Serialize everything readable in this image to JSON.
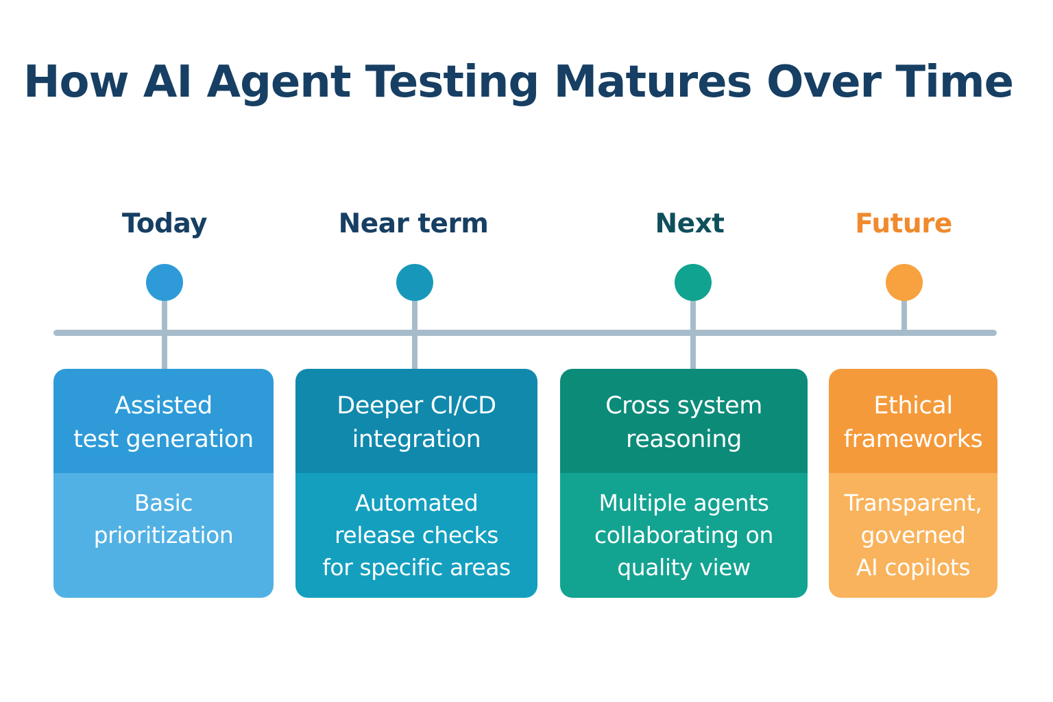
{
  "title": "How AI Agent Testing Matures Over Time",
  "colors": {
    "title": "#173f63",
    "axis": "#a7bccb"
  },
  "stages": [
    {
      "label": "Today",
      "heading": "Assisted\ntest generation",
      "detail": "Basic\nprioritization",
      "label_color": "#173f63",
      "dot_color": "#2e9bd8",
      "top_color": "#2e9bd8",
      "bottom_color": "#52b1e4"
    },
    {
      "label": "Near term",
      "heading": "Deeper CI/CD\nintegration",
      "detail": "Automated\nrelease checks\nfor specific areas",
      "label_color": "#173f63",
      "dot_color": "#1798ba",
      "top_color": "#1089ad",
      "bottom_color": "#149fbf"
    },
    {
      "label": "Next",
      "heading": "Cross system\nreasoning",
      "detail": "Multiple agents\ncollaborating on\nquality view",
      "label_color": "#0f4f5c",
      "dot_color": "#10a38f",
      "top_color": "#0c8b79",
      "bottom_color": "#13a391"
    },
    {
      "label": "Future",
      "heading": "Ethical\nframeworks",
      "detail": "Transparent,\ngoverned\nAI copilots",
      "label_color": "#f08a2e",
      "dot_color": "#f7a13f",
      "top_color": "#f59a3a",
      "bottom_color": "#f9b35c"
    }
  ]
}
